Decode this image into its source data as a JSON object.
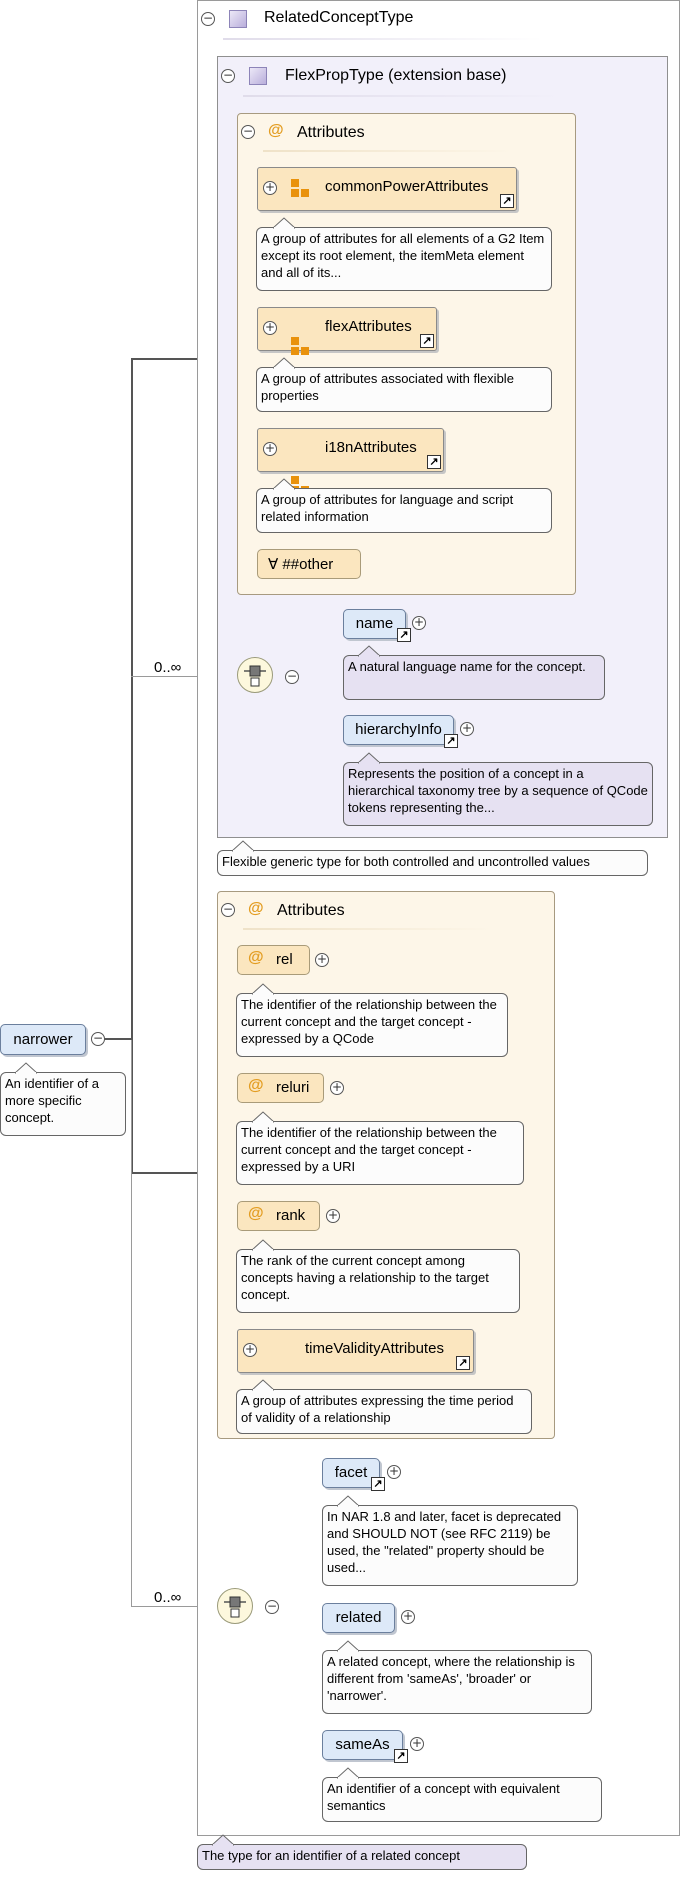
{
  "root": {
    "title": "RelatedConceptType",
    "doc": "The type for an identifier of a related concept"
  },
  "flex": {
    "title": "FlexPropType (extension base)",
    "doc": "Flexible generic type for both controlled and uncontrolled values"
  },
  "flex_attrs": {
    "title": "Attributes",
    "groups": [
      {
        "label": "commonPowerAttributes",
        "doc": "A group of attributes for all elements of a G2 Item except its root element, the itemMeta element and all of its..."
      },
      {
        "label": "flexAttributes",
        "doc": "A group of attributes associated with flexible properties"
      },
      {
        "label": "i18nAttributes",
        "doc": "A group of attributes for language and script related information"
      }
    ],
    "any": "∀ ##other"
  },
  "seq1": {
    "cardinality": "0..∞",
    "name": {
      "label": "name",
      "doc": "A natural language name for the concept."
    },
    "hierarchy": {
      "label": "hierarchyInfo",
      "doc": "Represents the position of a concept in a hierarchical taxonomy tree by a sequence of QCode tokens representing the..."
    }
  },
  "attrs2": {
    "title": "Attributes",
    "rel": {
      "label": "rel",
      "doc": "The identifier of the relationship between the current concept and the target concept - expressed by a QCode"
    },
    "reluri": {
      "label": "reluri",
      "doc": "The identifier of the relationship between the current concept and the target concept - expressed by a URI"
    },
    "rank": {
      "label": "rank",
      "doc": "The rank of the current concept among concepts having a relationship to the target concept."
    },
    "time": {
      "label": "timeValidityAttributes",
      "doc": "A group of attributes expressing the time period of validity of a relationship"
    }
  },
  "seq2": {
    "cardinality": "0..∞",
    "facet": {
      "label": "facet",
      "doc": "In NAR 1.8 and later, facet is deprecated and SHOULD NOT (see RFC 2119) be used, the \"related\" property should be used..."
    },
    "related": {
      "label": "related",
      "doc": "A related concept, where the relationship is different from 'sameAs', 'broader' or 'narrower'."
    },
    "sameas": {
      "label": "sameAs",
      "doc": "An identifier of a concept with equivalent semantics"
    }
  },
  "narrower": {
    "label": "narrower",
    "doc": "An identifier of a more specific concept."
  },
  "symbols": {
    "minus": "−",
    "plus": "+",
    "link": "↗",
    "at": "@"
  },
  "colors": {
    "element": "#dde9f8",
    "attribute": "#fbe6bf",
    "group_icon": "#e9920c",
    "type_box": "#f2f0fa",
    "doc_purple": "#e6e1f2"
  }
}
